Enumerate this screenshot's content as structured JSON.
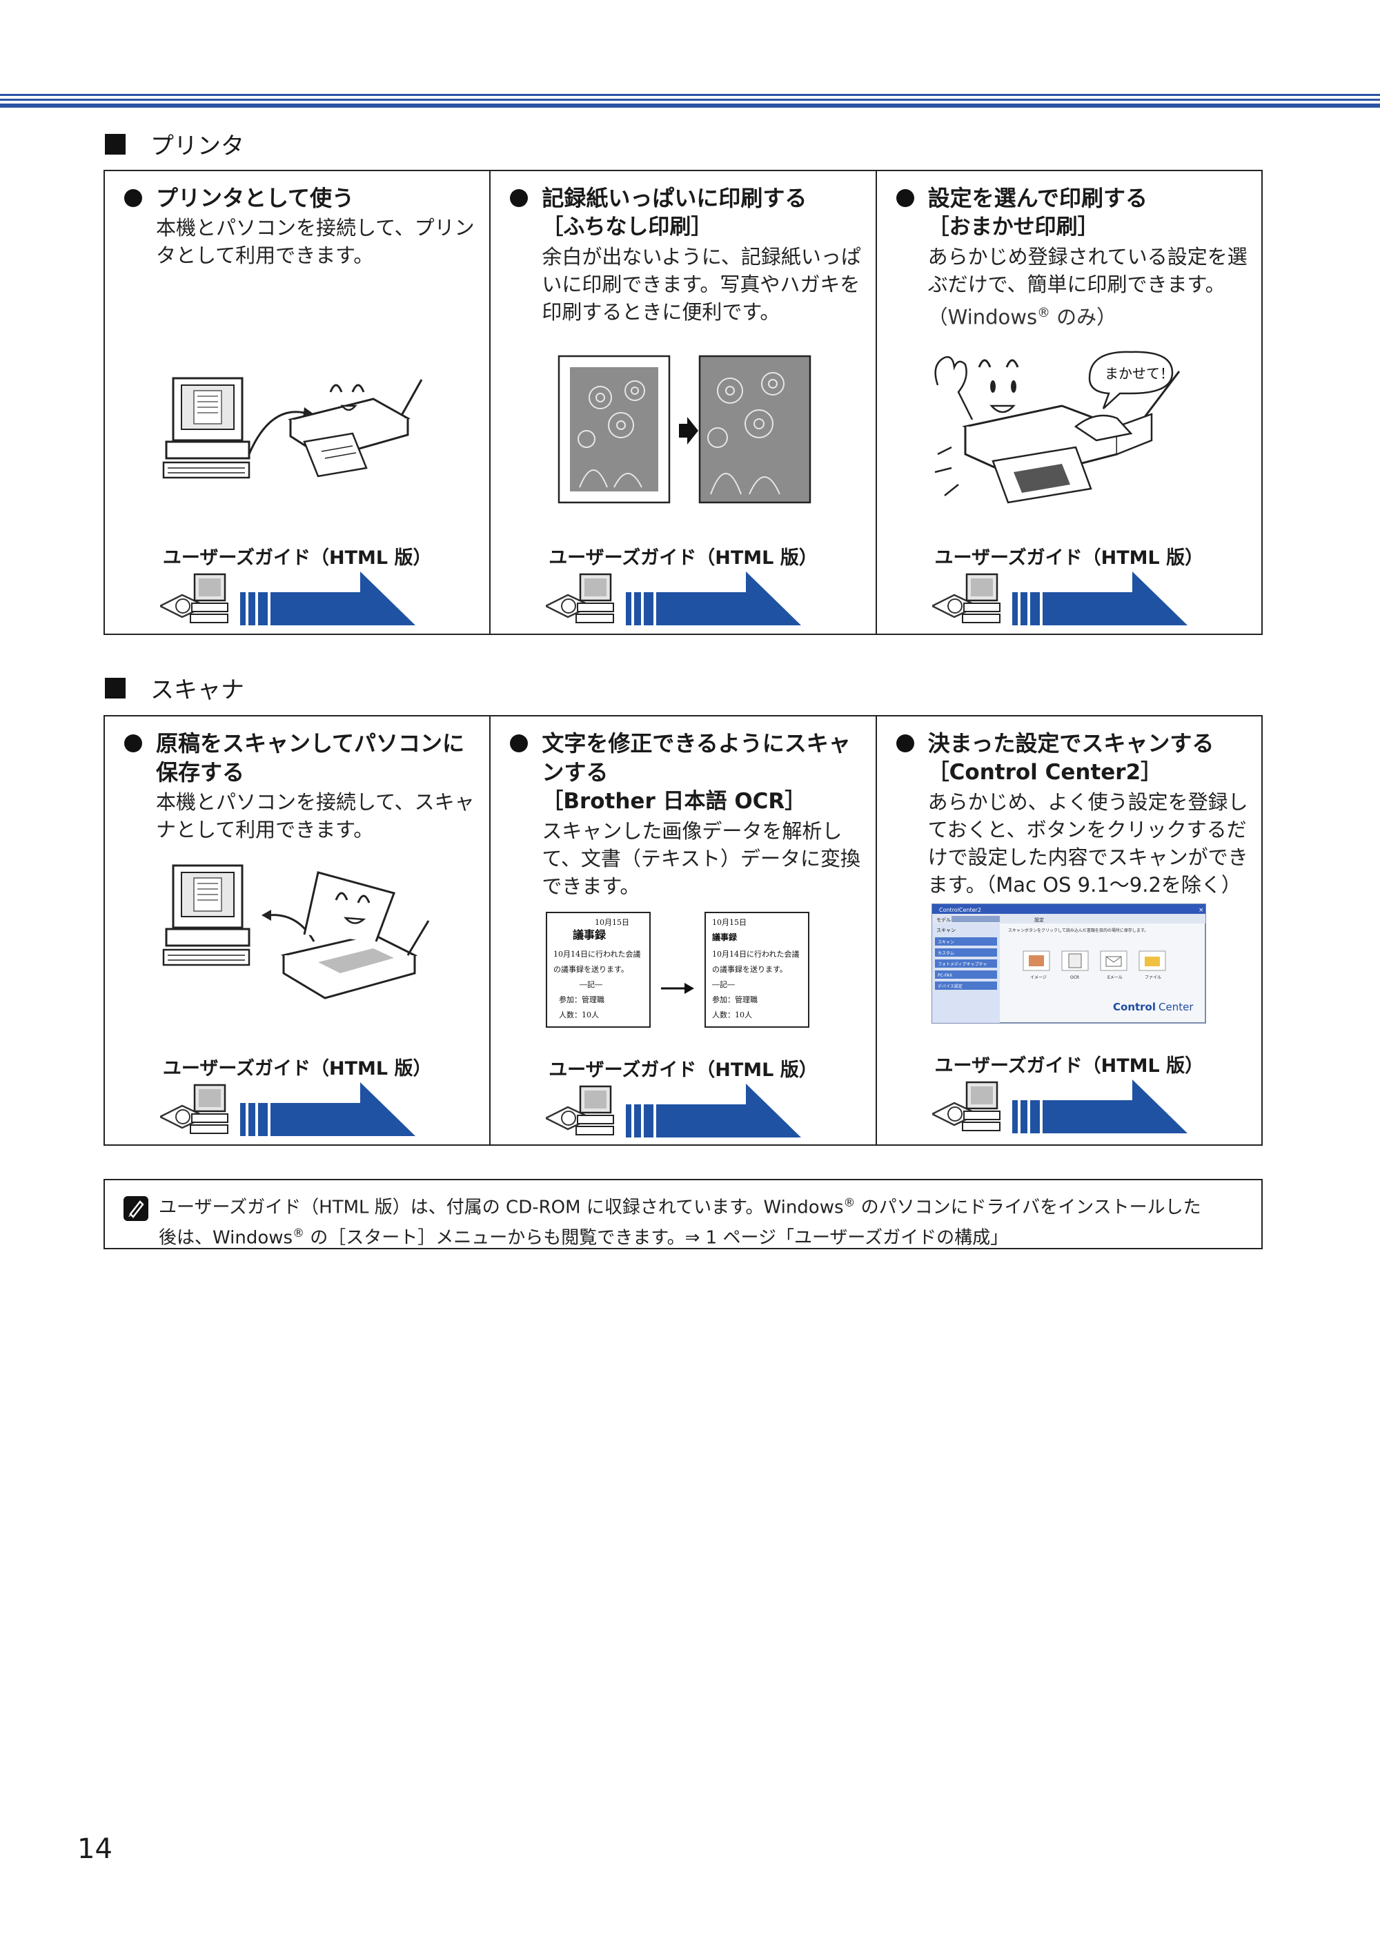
{
  "printer_section": {
    "heading": "プリンタ",
    "cells": [
      {
        "title": "プリンタとして使う",
        "subtitle": "",
        "body": "本機とパソコンを接続して、プリンタとして利用できます。",
        "guide": "ユーザーズガイド（HTML 版）"
      },
      {
        "title": "記録紙いっぱいに印刷する",
        "subtitle": "［ふちなし印刷］",
        "body": "余白が出ないように、記録紙いっぱいに印刷できます。写真やハガキを印刷するときに便利です。",
        "guide": "ユーザーズガイド（HTML 版）"
      },
      {
        "title": "設定を選んで印刷する",
        "subtitle": "［おまかせ印刷］",
        "body": "あらかじめ登録されている設定を選ぶだけで、簡単に印刷できます。",
        "body_note_prefix": "（Windows",
        "body_note_reg": "®",
        "body_note_suffix": " のみ）",
        "bubble": "まかせて！",
        "guide": "ユーザーズガイド（HTML 版）"
      }
    ]
  },
  "scanner_section": {
    "heading": "スキャナ",
    "cells": [
      {
        "title_line1": "原稿をスキャンしてパソコンに",
        "title_line2": "保存する",
        "subtitle": "",
        "body": "本機とパソコンを接続して、スキャナとして利用できます。",
        "guide": "ユーザーズガイド（HTML 版）"
      },
      {
        "title_line1": "文字を修正できるようにスキャ",
        "title_line2": "ンする",
        "subtitle": "［Brother 日本語 OCR］",
        "body": "スキャンした画像データを解析して、文書（テキスト）データに変換できます。",
        "doc": {
          "date": "10月15日",
          "heading": "議事録",
          "line1": "10月14日に行われた会議",
          "line2": "の議事録を送ります。",
          "line3": "―記―",
          "line4": "参加：管理職",
          "line5": "人数：10人"
        },
        "guide": "ユーザーズガイド（HTML 版）"
      },
      {
        "title_line1": "決まった設定でスキャンする",
        "title_line2": "",
        "subtitle": "［Control Center2］",
        "body": "あらかじめ、よく使う設定を登録しておくと、ボタンをクリックするだけで設定した内容でスキャンができます。（Mac OS 9.1～9.2を除く）",
        "app": {
          "window_title": "ControlCenter2",
          "model_label": "モデル",
          "settings_label": "設定",
          "sidebar_title": "スキャン",
          "sidebar_items": [
            "スキャン",
            "カスタム",
            "フォトメディアキャプチャ",
            "PC-FAX",
            "デバイス設定"
          ],
          "description": "スキャンボタンをクリックして読み込んだ書類を目的の場所に保存します。",
          "buttons": [
            "イメージ",
            "OCR",
            "Eメール",
            "ファイル"
          ],
          "brand_bold": "Control",
          "brand_light": "Center"
        },
        "guide": "ユーザーズガイド（HTML 版）"
      }
    ]
  },
  "note": {
    "line1_a": "ユーザーズガイド（HTML 版）は、付属の CD-ROM に収録されています。Windows",
    "reg": "®",
    "line1_b": " のパソコンにドライバをインストールした",
    "line2_a": "後は、Windows",
    "line2_b": " の［スタート］メニューからも閲覧できます。⇒ 1 ページ「ユーザーズガイドの構成」"
  },
  "page_number": "14",
  "colors": {
    "accent": "#2a55a4",
    "arrow": "#1f52a3",
    "text": "#1a1a1a"
  }
}
